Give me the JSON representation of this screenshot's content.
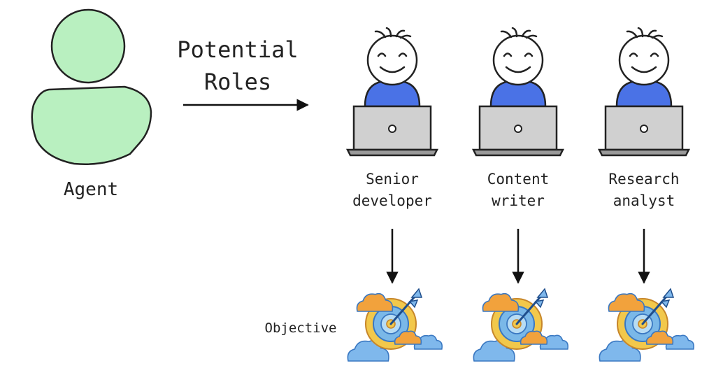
{
  "agent": {
    "label": "Agent",
    "color": "#b9f0c0"
  },
  "arrow_label": {
    "line1": "Potential",
    "line2": "Roles"
  },
  "roles": [
    {
      "line1": "Senior",
      "line2": "developer"
    },
    {
      "line1": "Content",
      "line2": "writer"
    },
    {
      "line1": "Research",
      "line2": "analyst"
    }
  ],
  "objective_label": "Objective",
  "colors": {
    "shirt": "#4a72e6",
    "laptop": "#d0d0d0",
    "target_ring": "#f2c84b",
    "target_inner": "#7ab8e8",
    "cloud": "#7fb8ec",
    "cloud_warm": "#f2a23c"
  },
  "icons": {
    "person": "person-icon",
    "worker": "worker-laptop-icon",
    "target": "target-icon"
  }
}
